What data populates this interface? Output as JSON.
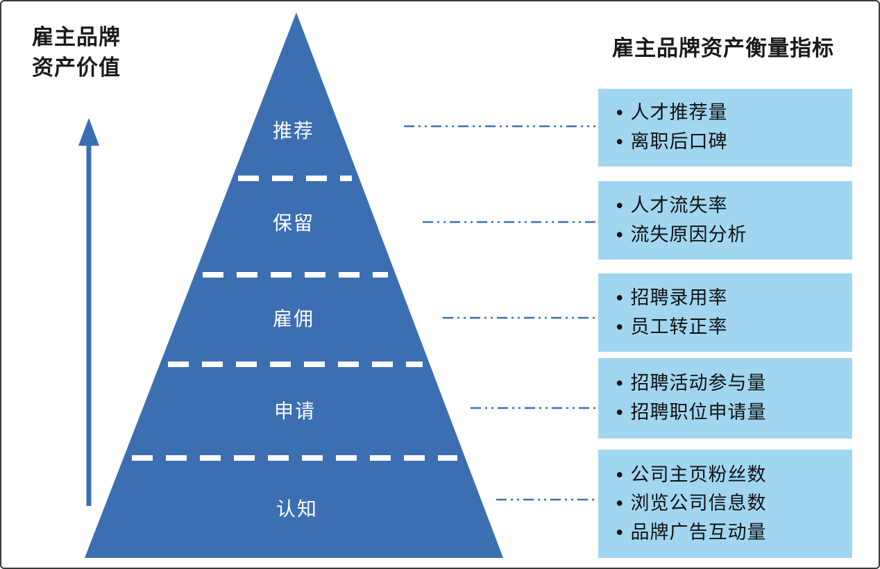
{
  "diagram": {
    "left_title": {
      "line1": "雇主品牌",
      "line2": "资产价值"
    },
    "right_title": "雇主品牌资产衡量指标",
    "pyramid": {
      "levels": [
        {
          "label": "推荐"
        },
        {
          "label": "保留"
        },
        {
          "label": "雇佣"
        },
        {
          "label": "申请"
        },
        {
          "label": "认知"
        }
      ]
    },
    "metric_boxes": [
      {
        "items": [
          "人才推荐量",
          "离职后口碑"
        ]
      },
      {
        "items": [
          "人才流失率",
          "流失原因分析"
        ]
      },
      {
        "items": [
          "招聘录用率",
          "员工转正率"
        ]
      },
      {
        "items": [
          "招聘活动参与量",
          "招聘职位申请量"
        ]
      },
      {
        "items": [
          "公司主页粉丝数",
          "浏览公司信息数",
          "品牌广告互动量"
        ]
      }
    ],
    "colors": {
      "pyramid_blue": "#3b6fb2",
      "box_light_blue": "#a0d6f0",
      "connector_blue": "#3b6fb2",
      "separator_white": "#ffffff",
      "text_dark": "#1a1a1a"
    }
  }
}
